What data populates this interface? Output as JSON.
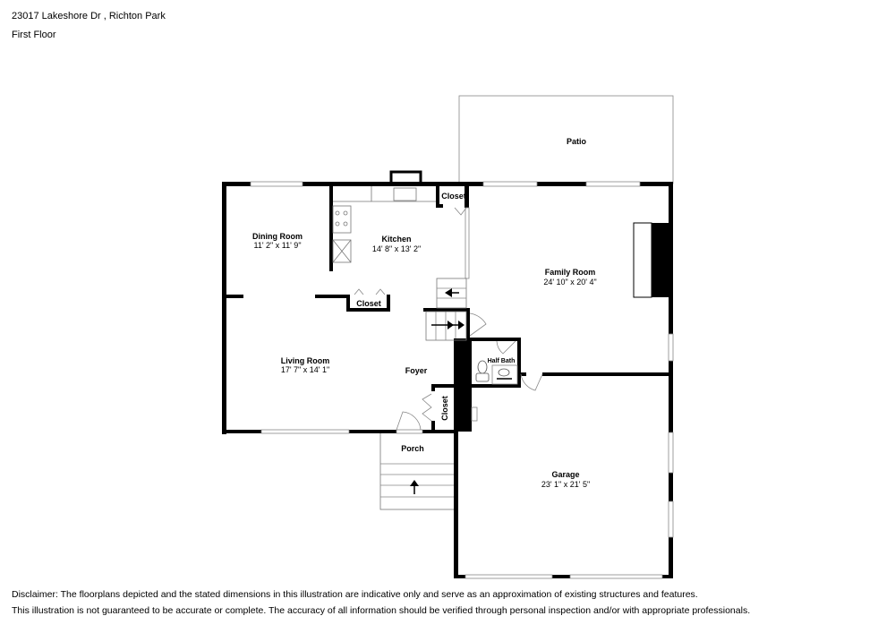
{
  "header": {
    "address": "23017 Lakeshore Dr , Richton Park",
    "floor": "First Floor"
  },
  "rooms": {
    "patio": {
      "name": "Patio"
    },
    "closet_kitchen": {
      "name": "Closet"
    },
    "dining": {
      "name": "Dining Room",
      "dims": "11' 2\" x 11' 9\""
    },
    "kitchen": {
      "name": "Kitchen",
      "dims": "14' 8\" x 13' 2\""
    },
    "family": {
      "name": "Family Room",
      "dims": "24' 10\" x 20' 4\""
    },
    "closet_living": {
      "name": "Closet"
    },
    "half_bath": {
      "name": "Half Bath"
    },
    "living": {
      "name": "Living Room",
      "dims": "17' 7\" x 14' 1\""
    },
    "foyer": {
      "name": "Foyer"
    },
    "closet_foyer": {
      "name": "Closet"
    },
    "porch": {
      "name": "Porch"
    },
    "garage": {
      "name": "Garage",
      "dims": "23' 1\" x 21' 5\""
    }
  },
  "disclaimer": {
    "line1": "Disclaimer: The floorplans depicted and the stated dimensions in this illustration are indicative only and serve as an approximation of existing structures and features.",
    "line2": "This illustration is not guaranteed to be accurate or complete. The accuracy of all information should be verified through personal inspection and/or with appropriate professionals."
  }
}
